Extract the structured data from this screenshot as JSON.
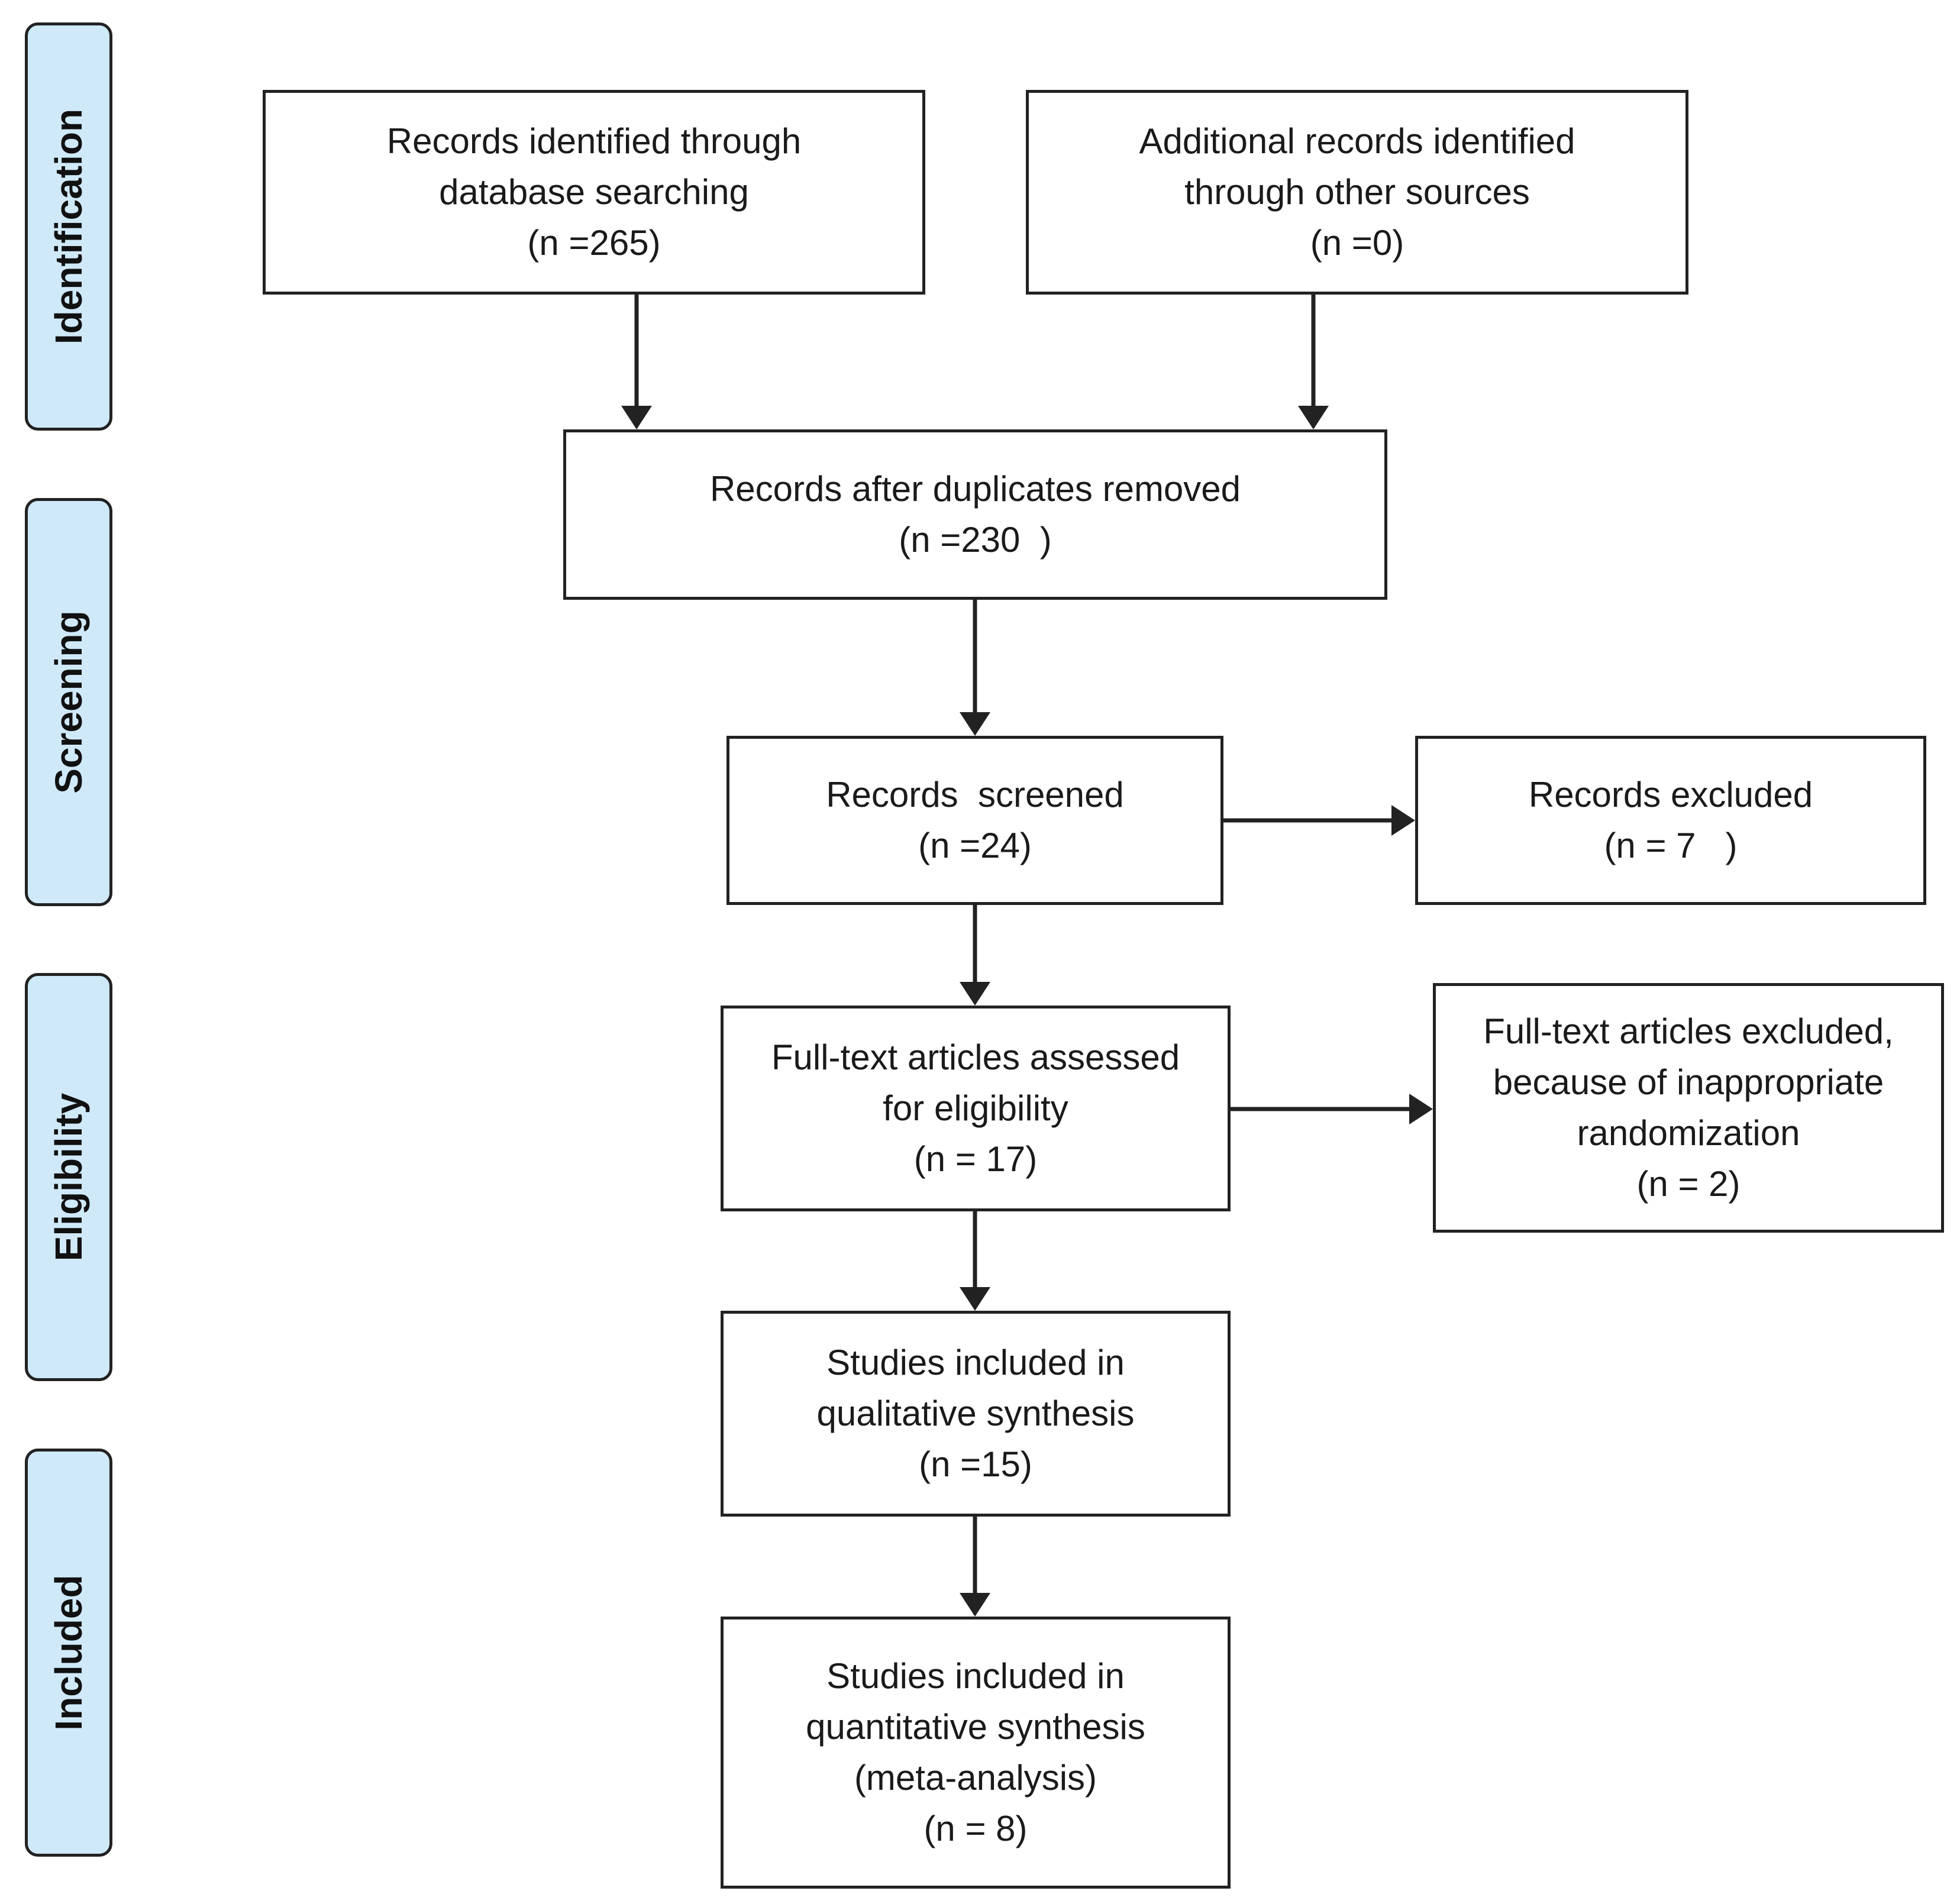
{
  "stages": {
    "identification": "Identification",
    "screening": "Screening",
    "eligibility": "Eligibility",
    "included": "Included"
  },
  "boxes": {
    "database": {
      "line1": "Records identified through",
      "line2": "database searching",
      "line3": "(n =265)"
    },
    "other_sources": {
      "line1": "Additional records identified",
      "line2": "through other sources",
      "line3": "(n =0)"
    },
    "duplicates_removed": {
      "line1": "Records after duplicates removed",
      "line2": "(n =230  )"
    },
    "screened": {
      "line1": "Records  screened",
      "line2": "(n =24)"
    },
    "excluded": {
      "line1": "Records excluded",
      "line2": "(n = 7   )"
    },
    "fulltext_assessed": {
      "line1": "Full-text articles assessed",
      "line2": "for eligibility",
      "line3": "(n = 17)"
    },
    "fulltext_excluded": {
      "line1": "Full-text articles excluded,",
      "line2": "because of inappropriate",
      "line3": "randomization",
      "line4": "(n = 2)"
    },
    "qualitative": {
      "line1": "Studies included in",
      "line2": "qualitative synthesis",
      "line3": "(n =15)"
    },
    "quantitative": {
      "line1": "Studies included in",
      "line2": "quantitative synthesis",
      "line3": "(meta-analysis)",
      "line4": "(n = 8)"
    }
  },
  "colors": {
    "stage_fill": "#cfe9f9",
    "stroke": "#222222"
  }
}
